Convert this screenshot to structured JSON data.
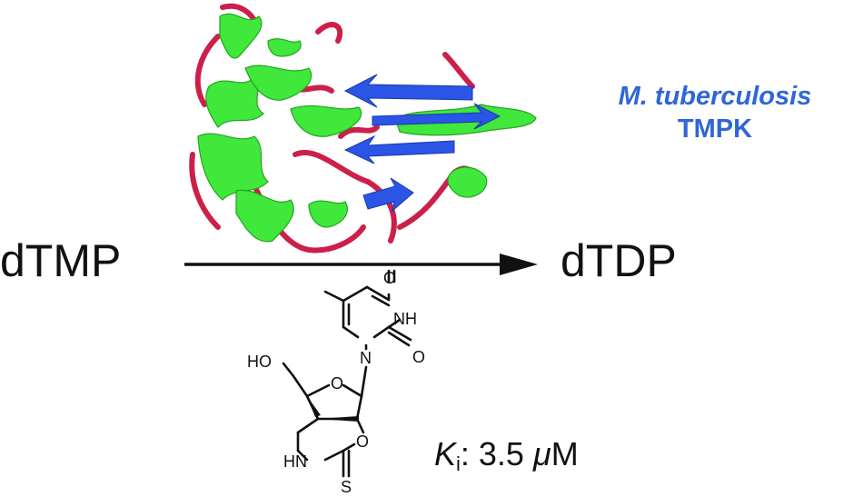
{
  "reaction": {
    "substrate": "dTMP",
    "product": "dTDP"
  },
  "enzyme": {
    "organism": "M. tuberculosis",
    "name": "TMPK"
  },
  "inhibitor": {
    "ki_symbol": "K",
    "ki_subscript": "i",
    "ki_value": ": 3.5 ",
    "ki_unit_prefix": "μ",
    "ki_unit": "M",
    "labels": {
      "ho": "HO",
      "o_ring": "O",
      "n1": "N",
      "nh": "NH",
      "o4": "O",
      "o2": "O",
      "o_carbamate": "O",
      "hn": "HN",
      "s": "S"
    }
  },
  "colors": {
    "helix": "#3fe83a",
    "coil": "#cc1f4a",
    "sheet": "#2a55e6",
    "enzyme_label": "#2f66d8",
    "arrow": "#111111"
  }
}
